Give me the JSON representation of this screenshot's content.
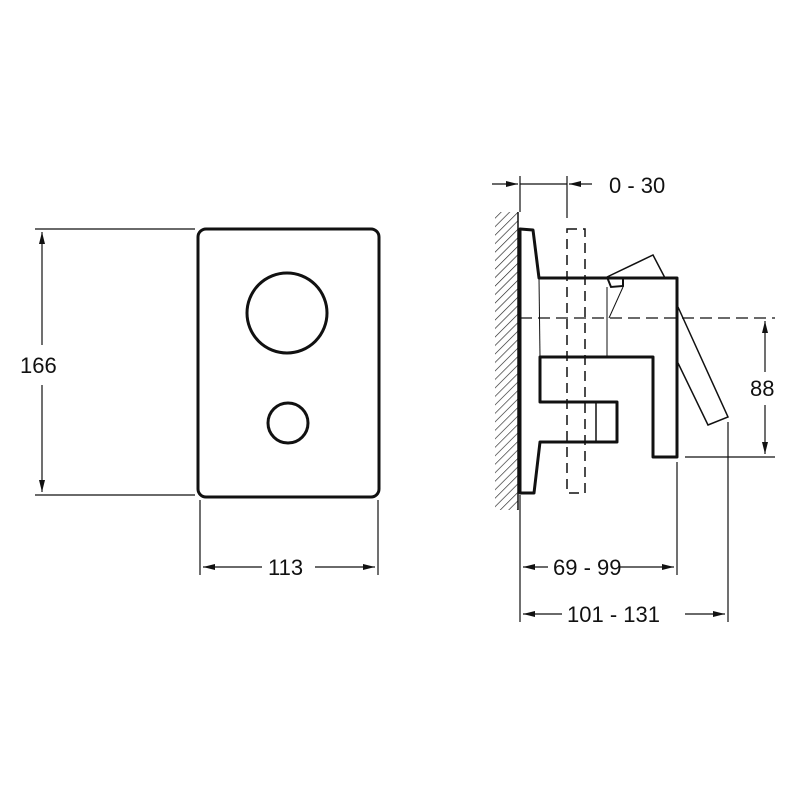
{
  "front_view": {
    "height_label": "166",
    "width_label": "113"
  },
  "side_view": {
    "offset_label": "0 - 30",
    "outlet_height_label": "88",
    "spout_depth_label": "69 - 99",
    "lever_depth_label": "101 - 131"
  },
  "colors": {
    "line": "#111111",
    "background": "#ffffff"
  }
}
